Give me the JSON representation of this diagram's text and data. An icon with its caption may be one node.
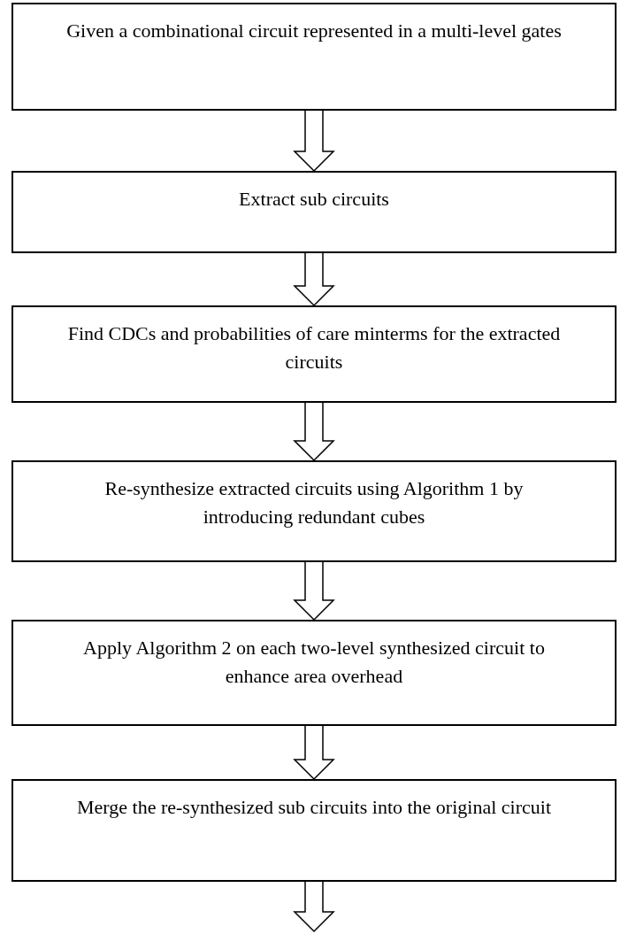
{
  "diagram": {
    "nodes": [
      {
        "text": [
          "Given a combinational circuit represented in a multi-level gates"
        ]
      },
      {
        "text": [
          "Extract sub circuits"
        ]
      },
      {
        "text": [
          "Find CDCs and probabilities of care minterms for the extracted circuits"
        ]
      },
      {
        "text": [
          "Re-synthesize extracted circuits using Algorithm 1 by introducing redundant cubes"
        ]
      },
      {
        "text": [
          "Apply Algorithm 2 on each two-level synthesized circuit to enhance area overhead"
        ]
      },
      {
        "text": [
          "Merge the re-synthesized sub circuits into the original circuit"
        ]
      }
    ],
    "edges": [
      {
        "from": 0,
        "to": 1,
        "arrow": "to"
      },
      {
        "from": 1,
        "to": 2,
        "arrow": "to"
      },
      {
        "from": 2,
        "to": 3,
        "arrow": "to"
      },
      {
        "from": 3,
        "to": 4,
        "arrow": "to"
      },
      {
        "from": 4,
        "to": 5,
        "arrow": "to"
      },
      {
        "from": 5,
        "to": null,
        "arrow": "to"
      }
    ]
  }
}
